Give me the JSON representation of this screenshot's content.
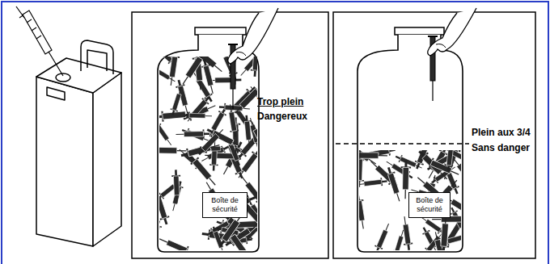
{
  "diagram": {
    "nodes": [
      {
        "text": [
          "Boîte de sécurité"
        ]
      },
      {
        "text": [
          "Boîte de sécurité"
        ]
      }
    ],
    "labels": [
      "Trop plein",
      "Dangereux",
      "Plein aux 3/4",
      "Sans danger"
    ]
  }
}
